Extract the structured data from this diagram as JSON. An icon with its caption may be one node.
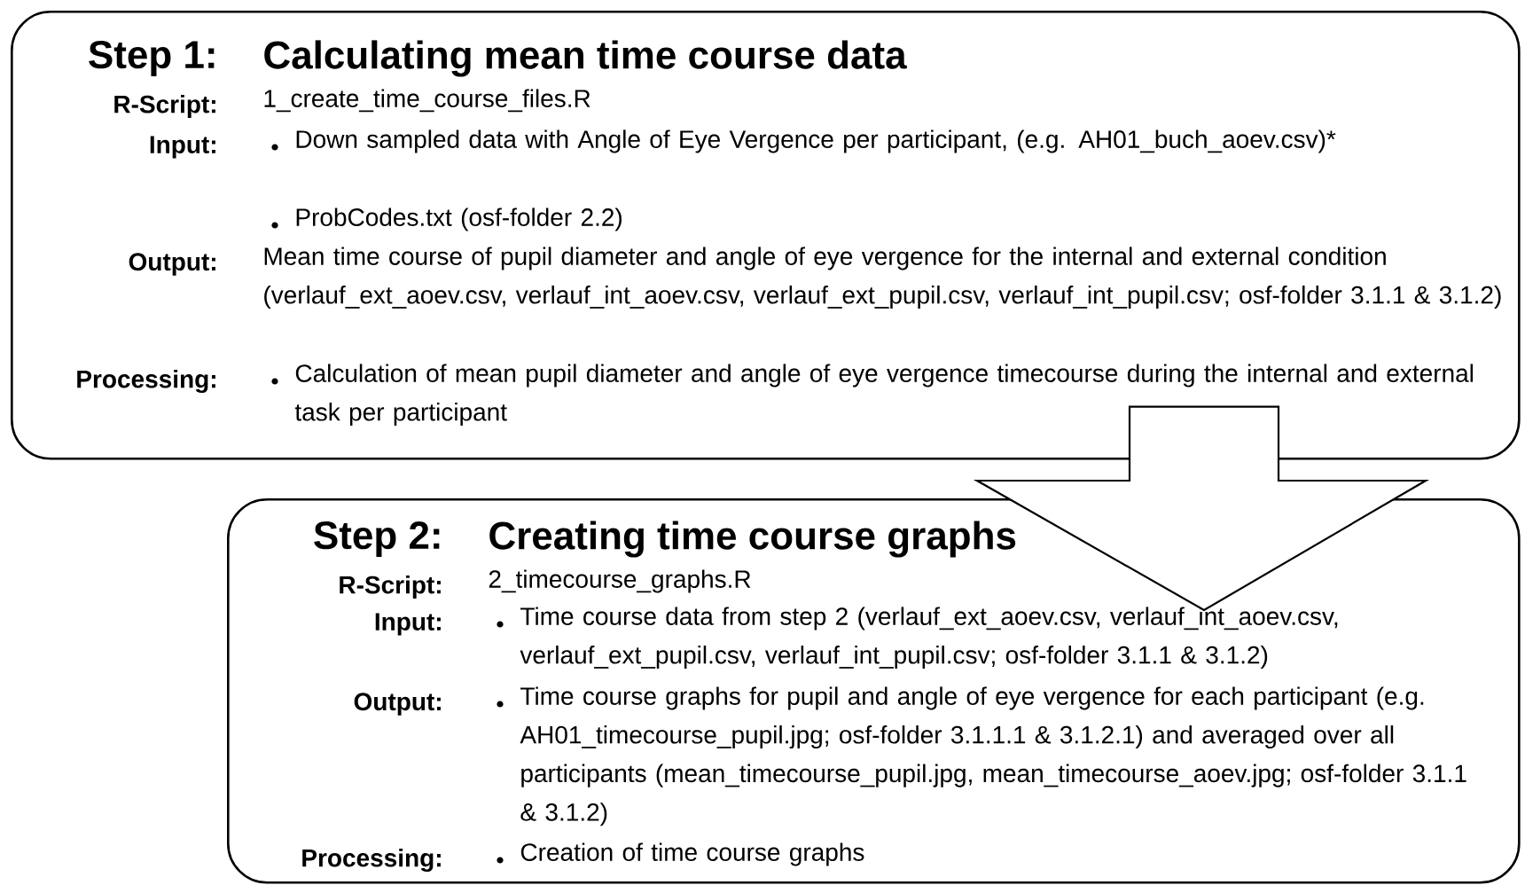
{
  "diagram": {
    "nodes": [
      {
        "text": [
          "Step 1:",
          "Calculating mean time course data",
          "R-Script:",
          "1_create_time_course_files.R",
          "Input:",
          "Down sampled data with Angle of Eye Vergence per participant, (e.g. AH01_buch_aoev.csv)*",
          "ProbCodes.txt (osf-folder 2.2)",
          "Output:",
          "Mean time course of pupil diameter and angle of eye vergence for the internal and external condition (verlauf_ext_aoev.csv, verlauf_int_aoev.csv, verlauf_ext_pupil.csv, verlauf_int_pupil.csv; osf-folder 3.1.1 & 3.1.2)",
          "Processing:",
          "Calculation of mean pupil diameter and angle of eye vergence timecourse during the internal and external task per participant"
        ]
      },
      {
        "text": [
          "Step 2:",
          "Creating time course graphs",
          "R-Script:",
          "2_timecourse_graphs.R",
          "Input:",
          "Time course data from step 2 (verlauf_ext_aoev.csv, verlauf_int_aoev.csv, verlauf_ext_pupil.csv, verlauf_int_pupil.csv; osf-folder 3.1.1 & 3.1.2)",
          "Output:",
          "Time course graphs for pupil and angle of eye vergence for each participant (e.g. AH01_timecourse_pupil.jpg; osf-folder 3.1.1.1 & 3.1.2.1) and averaged over all participants (mean_timecourse_pupil.jpg, mean_timecourse_aoev.jpg; osf-folder 3.1.1 & 3.1.2)",
          "Processing:",
          "Creation of time course graphs"
        ]
      }
    ],
    "edges": [
      {
        "from": 0,
        "to": 1,
        "arrow": "to"
      }
    ]
  }
}
